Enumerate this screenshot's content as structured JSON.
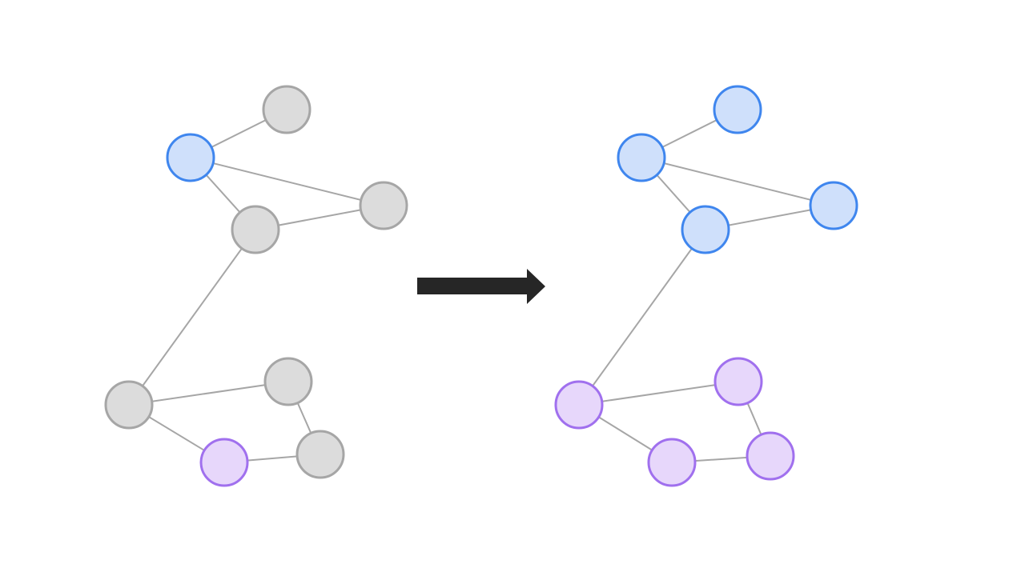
{
  "colors": {
    "background": "#ffffff",
    "edge": "#a6a6a6",
    "arrow": "#262626",
    "unlabeled": {
      "fill": "#dcdcdc",
      "stroke": "#a6a6a6"
    },
    "class_a": {
      "fill": "#cfe0fb",
      "stroke": "#3f86ee"
    },
    "class_b": {
      "fill": "#e7d7fb",
      "stroke": "#a070ee"
    }
  },
  "graphs": {
    "before": {
      "nodes": [
        {
          "id": "n1",
          "label": "unlabeled"
        },
        {
          "id": "n2",
          "label": "class_a"
        },
        {
          "id": "n3",
          "label": "unlabeled"
        },
        {
          "id": "n4",
          "label": "unlabeled"
        },
        {
          "id": "n5",
          "label": "unlabeled"
        },
        {
          "id": "n6",
          "label": "unlabeled"
        },
        {
          "id": "n7",
          "label": "unlabeled"
        },
        {
          "id": "n8",
          "label": "class_b"
        }
      ]
    },
    "after": {
      "nodes": [
        {
          "id": "n1",
          "label": "class_a"
        },
        {
          "id": "n2",
          "label": "class_a"
        },
        {
          "id": "n3",
          "label": "class_a"
        },
        {
          "id": "n4",
          "label": "class_a"
        },
        {
          "id": "n5",
          "label": "class_b"
        },
        {
          "id": "n6",
          "label": "class_b"
        },
        {
          "id": "n7",
          "label": "class_b"
        },
        {
          "id": "n8",
          "label": "class_b"
        }
      ]
    },
    "edges": [
      [
        "n2",
        "n1"
      ],
      [
        "n2",
        "n3"
      ],
      [
        "n2",
        "n4"
      ],
      [
        "n4",
        "n3"
      ],
      [
        "n4",
        "n5"
      ],
      [
        "n5",
        "n6"
      ],
      [
        "n5",
        "n8"
      ],
      [
        "n6",
        "n7"
      ],
      [
        "n8",
        "n7"
      ]
    ]
  }
}
